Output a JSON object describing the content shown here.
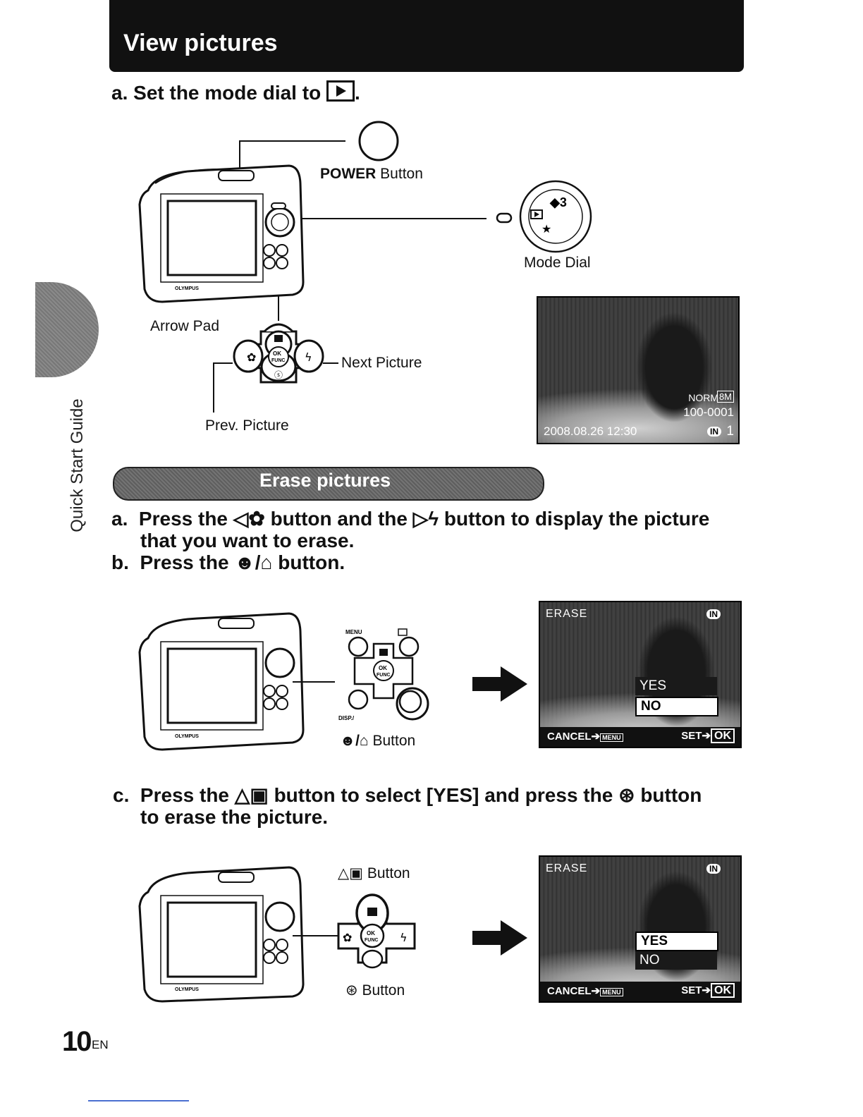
{
  "header": {
    "title": "View pictures"
  },
  "side_tab": {
    "label": "Quick Start Guide"
  },
  "view_section": {
    "step_a_prefix": "a.",
    "step_a_text": "Set the mode dial to",
    "step_a_suffix": ".",
    "power_label_bold": "POWER",
    "power_label_rest": " Button",
    "mode_dial_label": "Mode Dial",
    "arrow_pad_label": "Arrow Pad",
    "next_picture_label": "Next Picture",
    "prev_picture_label": "Prev. Picture",
    "camera_brand": "OLYMPUS",
    "screen": {
      "quality": "NORM",
      "size": "8M",
      "file": "100-0001",
      "datetime": "2008.08.26  12:30",
      "memory": "IN",
      "count": "1"
    }
  },
  "erase_section": {
    "title": "Erase pictures",
    "step_a_prefix": "a.",
    "step_a_part1": "Press the",
    "step_a_part2": "button and the",
    "step_a_part3": "button to display the picture",
    "step_a_line2": "that you want to erase.",
    "step_b_prefix": "b.",
    "step_b_part1": "Press the",
    "step_b_part2": "button.",
    "step_b_button_caption": "Button",
    "menu_label": "MENU",
    "disp_label": "DISP./",
    "step_c_prefix": "c.",
    "step_c_part1": "Press the",
    "step_c_part2": "button to select [YES] and press the",
    "step_c_part3": "button",
    "step_c_line2": "to erase the picture.",
    "up_button_caption": "Button",
    "ok_button_caption": "Button",
    "screen1": {
      "title": "ERASE",
      "memory": "IN",
      "yes": "YES",
      "no": "NO",
      "cancel": "CANCEL",
      "cancel_key": "MENU",
      "set": "SET",
      "set_key": "OK"
    },
    "screen2": {
      "title": "ERASE",
      "memory": "IN",
      "yes": "YES",
      "no": "NO",
      "cancel": "CANCEL",
      "cancel_key": "MENU",
      "set": "SET",
      "set_key": "OK"
    }
  },
  "footer": {
    "page_number": "10",
    "language": "EN"
  }
}
